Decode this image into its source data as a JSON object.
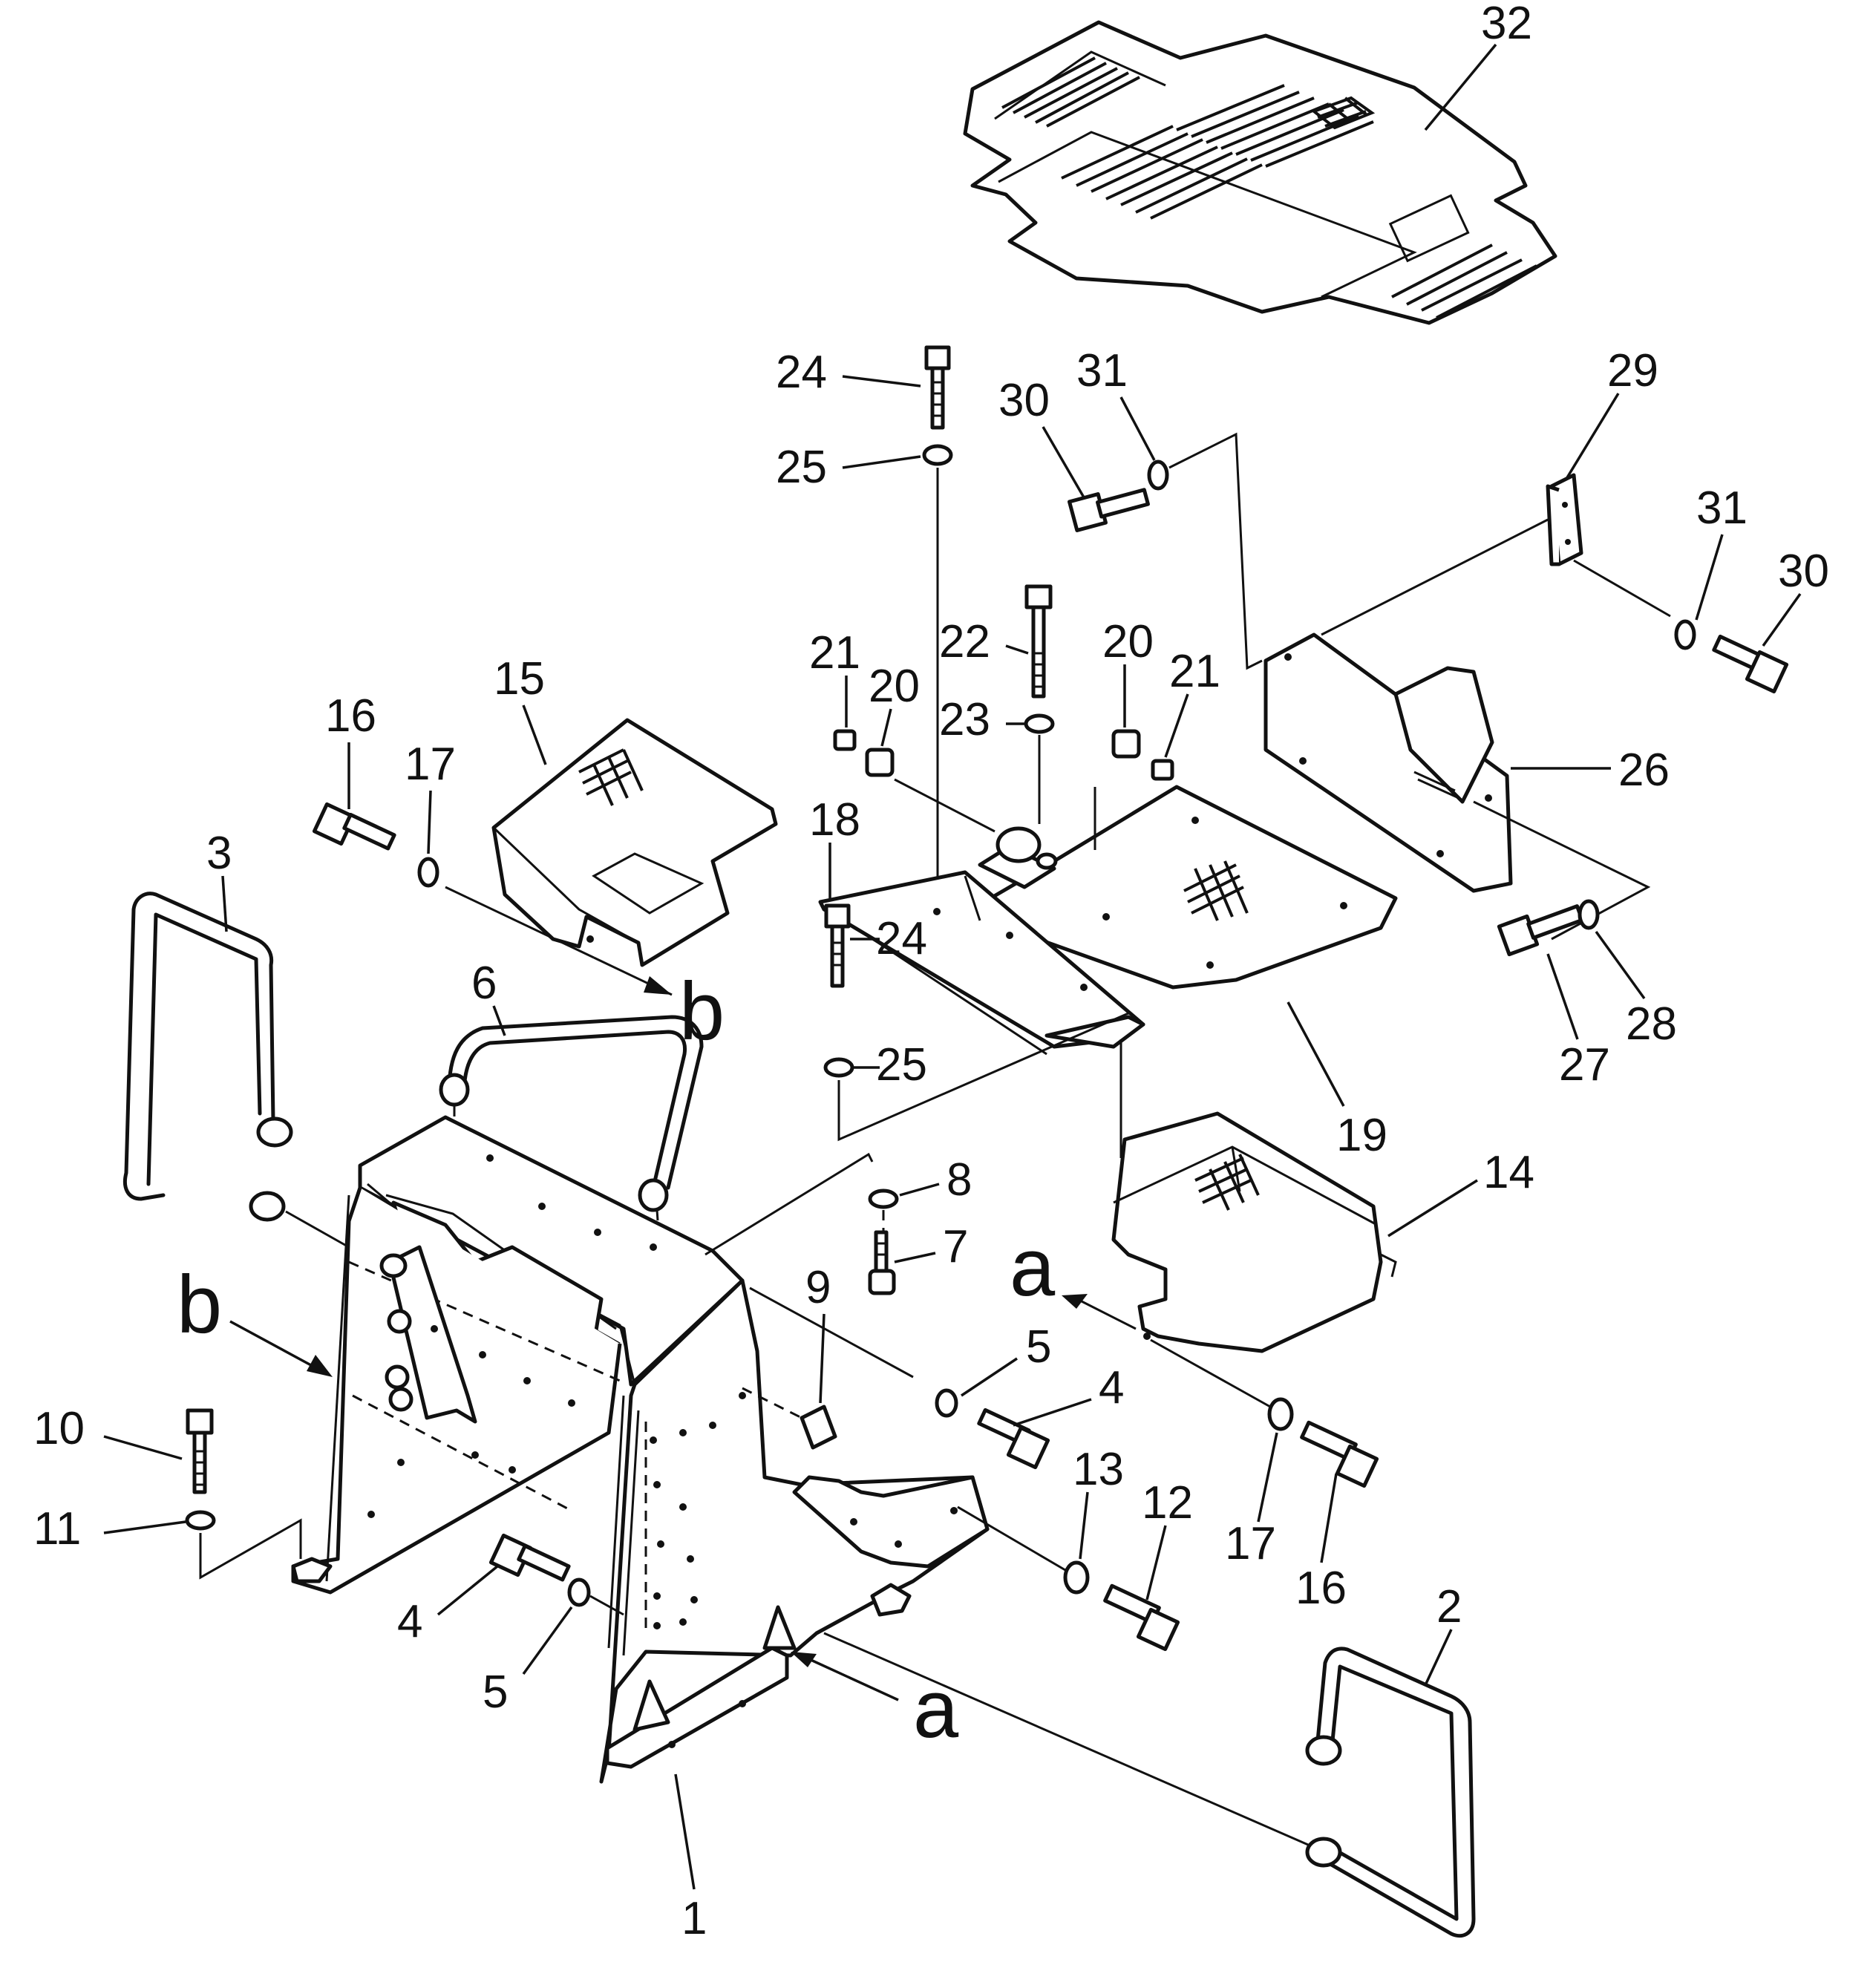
{
  "labels": {
    "p1": "1",
    "p2": "2",
    "p3": "3",
    "p4a": "4",
    "p4b": "4",
    "p5a": "5",
    "p5b": "5",
    "p6": "6",
    "p7": "7",
    "p8": "8",
    "p9": "9",
    "p10": "10",
    "p11": "11",
    "p12": "12",
    "p13": "13",
    "p14": "14",
    "p15": "15",
    "p16a": "16",
    "p16b": "16",
    "p17a": "17",
    "p17b": "17",
    "p18": "18",
    "p19": "19",
    "p20a": "20",
    "p20b": "20",
    "p21a": "21",
    "p21b": "21",
    "p22": "22",
    "p23": "23",
    "p24a": "24",
    "p24b": "24",
    "p25a": "25",
    "p25b": "25",
    "p26": "26",
    "p27": "27",
    "p28": "28",
    "p29": "29",
    "p30a": "30",
    "p30b": "30",
    "p31a": "31",
    "p31b": "31",
    "p32": "32"
  },
  "views": {
    "a_upper": "a",
    "a_lower": "a",
    "b_upper": "b",
    "b_left": "b"
  }
}
